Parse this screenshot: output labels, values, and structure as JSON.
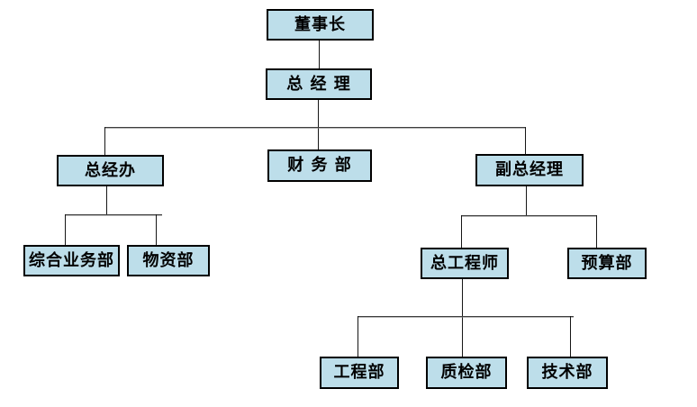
{
  "org_chart": {
    "colors": {
      "node_fill": "#BDDEEA",
      "node_border": "#000000",
      "connector": "#3d3d3d",
      "background": "#FFFFFF",
      "text": "#000000"
    },
    "nodes": {
      "chairman": {
        "label": "董事长"
      },
      "general_manager": {
        "label": "总 经 理"
      },
      "gm_office": {
        "label": "总经办"
      },
      "finance_dept": {
        "label": "财 务 部"
      },
      "deputy_gm": {
        "label": "副总经理"
      },
      "comp_business_dept": {
        "label": "综合业务部"
      },
      "materials_dept": {
        "label": "物资部"
      },
      "chief_engineer": {
        "label": "总工程师"
      },
      "budget_dept": {
        "label": "预算部"
      },
      "engineering_dept": {
        "label": "工程部"
      },
      "quality_dept": {
        "label": "质检部"
      },
      "technology_dept": {
        "label": "技术部"
      }
    },
    "hierarchy": {
      "label": "董事长",
      "children": [
        {
          "label": "总 经 理",
          "children": [
            {
              "label": "总经办",
              "children": [
                {
                  "label": "综合业务部"
                },
                {
                  "label": "物资部"
                }
              ]
            },
            {
              "label": "财 务 部"
            },
            {
              "label": "副总经理",
              "children": [
                {
                  "label": "总工程师",
                  "children": [
                    {
                      "label": "工程部"
                    },
                    {
                      "label": "质检部"
                    },
                    {
                      "label": "技术部"
                    }
                  ]
                },
                {
                  "label": "预算部"
                }
              ]
            }
          ]
        }
      ]
    }
  }
}
